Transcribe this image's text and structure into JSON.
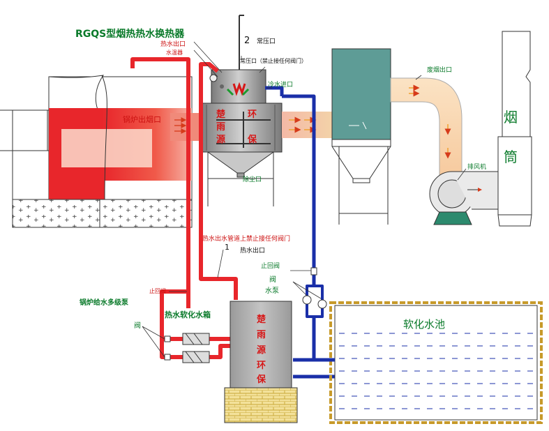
{
  "title": "RGQS型烟热热水换热器",
  "labels": {
    "hot_water_out_top": "热水出口",
    "water_level_gauge": "水温器",
    "marker_2": "2",
    "normal_pressure_port": "常压口",
    "pressure_warning": "常压口（禁止接任何阀门）",
    "cold_water_in": "冷水进口",
    "exhaust_out": "废烟出口",
    "boiler_flue_out": "锅炉出烟口",
    "dust_out": "除尘口",
    "fan": "排风机",
    "chimney": "烟筒",
    "pipe_warning": "热水出水管道上禁止接任何阀门",
    "marker_1": "1",
    "hot_water_out_mid": "热水出口",
    "check_valve_right": "止回阀",
    "valve_right": "阀",
    "water_pump": "水泵",
    "check_valve_left": "止回阀",
    "boiler_feed_pump": "锅炉给水多级泵",
    "soft_water_tank": "热水软化水箱",
    "valve_left": "阀",
    "soft_water_pool": "软化水池"
  },
  "brand_chars": [
    "楚",
    "雨",
    "源",
    "环",
    "保"
  ],
  "colors": {
    "hot_pipe": "#e8262b",
    "cold_pipe": "#1a2fa8",
    "title_green": "#0a7a2a",
    "label_red": "#cc1111",
    "label_green": "#0a7a2a",
    "brand_red": "#d61818",
    "duct_orange": "#f3d2a8",
    "dust_collector": "#5e9c96",
    "tank_gray": "#a9a9a9",
    "pool_water": "#1a2fa8"
  }
}
